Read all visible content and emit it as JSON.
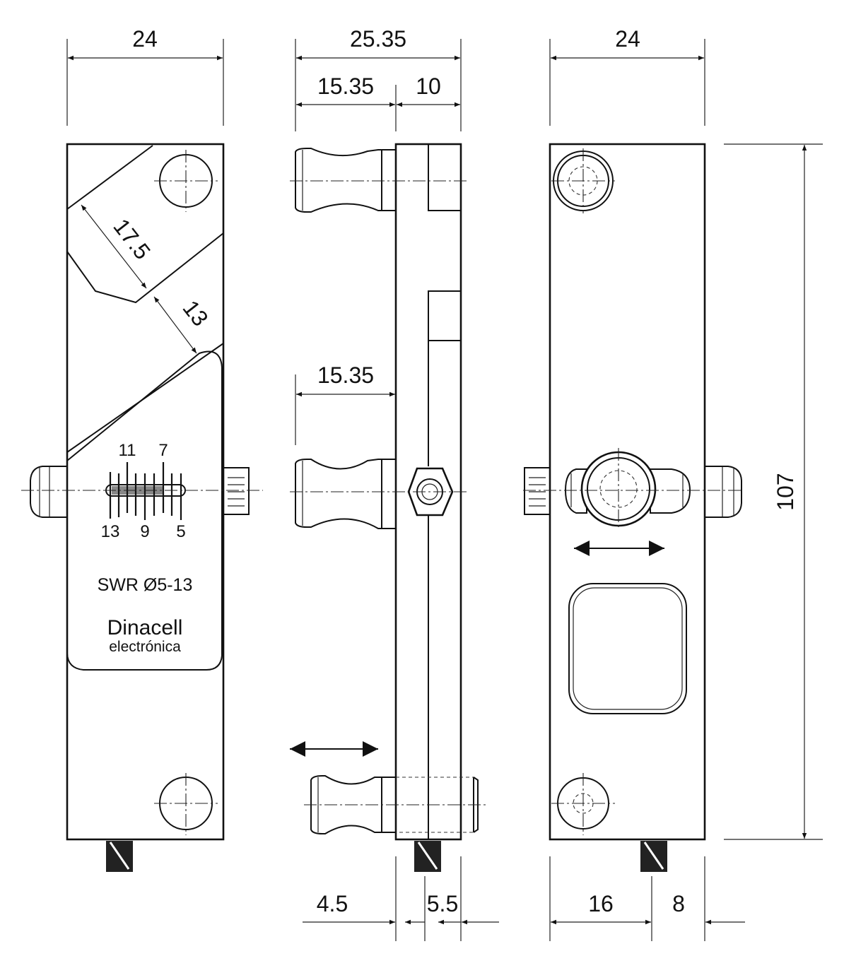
{
  "front_view": {
    "width_dim": "24",
    "diag_dim_1": "17.5",
    "diag_dim_2": "13",
    "scale_top": [
      "11",
      "7"
    ],
    "scale_bottom": [
      "13",
      "9",
      "5"
    ],
    "model": "SWR Ø5-13",
    "brand": "Dinacell",
    "brand_sub": "electrónica"
  },
  "side_view": {
    "total_dim": "25.35",
    "top_left_dim": "15.35",
    "top_right_dim": "10",
    "mid_dim": "15.35",
    "bottom_left_dim": "4.5",
    "bottom_right_dim": "5.5"
  },
  "back_view": {
    "width_dim": "24",
    "height_dim": "107",
    "bottom_left_dim": "16",
    "bottom_right_dim": "8"
  },
  "colors": {
    "line": "#111111",
    "slot_fill": "#888888",
    "background": "#ffffff"
  }
}
